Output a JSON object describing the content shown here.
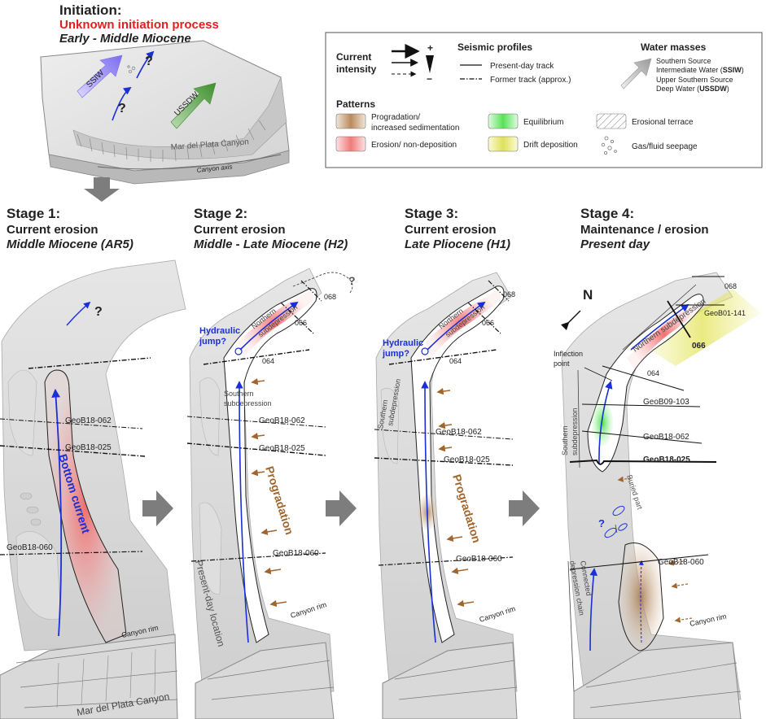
{
  "initiation": {
    "title": "Initiation:",
    "process": "Unknown initiation process",
    "era": "Early - Middle Miocene",
    "canyon_label": "Mar del Plata Canyon",
    "axis_label": "Canyon axis",
    "ssiw": "SSIW",
    "ussdw": "USSDW",
    "q": "?"
  },
  "legend": {
    "current_intensity": [
      "Current",
      "intensity"
    ],
    "plus": "+",
    "minus": "−",
    "seismic_title": "Seismic profiles",
    "present_track": "Present-day track",
    "former_track": "Former track (approx.)",
    "water_title": "Water masses",
    "ssiw_line1": "Southern Source",
    "ssiw_line2": "Intermediate Water (",
    "ssiw_abbr": "SSIW",
    "ussdw_line1": "Upper Southern Source",
    "ussdw_line2": "Deep Water (",
    "ussdw_abbr": "USSDW",
    "close": ")",
    "patterns_title": "Patterns",
    "progradation": [
      "Progradation/",
      "increased sedimentation"
    ],
    "erosion": "Erosion/ non-deposition",
    "equilibrium": "Equilibrium",
    "drift": "Drift deposition",
    "terrace": "Erosional terrace",
    "seepage": "Gas/fluid seepage",
    "colors": {
      "progradation": "#b98a5e",
      "erosion": "#f08080",
      "equilibrium": "#5fe35f",
      "drift": "#e3e35a"
    }
  },
  "stages": [
    {
      "title": "Stage 1:",
      "sub": "Current erosion",
      "era": "Middle Miocene (AR5)"
    },
    {
      "title": "Stage 2:",
      "sub": "Current erosion",
      "era": "Middle - Late Miocene (H2)"
    },
    {
      "title": "Stage 3:",
      "sub": "Current erosion",
      "era": "Late Pliocene (H1)"
    },
    {
      "title": "Stage 4:",
      "sub": "Maintenance / erosion",
      "era": "Present day"
    }
  ],
  "labels": {
    "geob18_062": "GeoB18-062",
    "geob18_025": "GeoB18-025",
    "geob18_060": "GeoB18-060",
    "geob09_103": "GeoB09-103",
    "geob01_141": "GeoB01-141",
    "p064": "064",
    "p066": "066",
    "p068": "068",
    "canyon_rim": "Canyon rim",
    "bottom_current": "Bottom current",
    "progradation": "Progradation",
    "hydraulic": [
      "Hydraulic",
      "jump?"
    ],
    "northern": [
      "Northern",
      "subdepression"
    ],
    "northern_one": "Northern subdepression",
    "southern": [
      "Southern",
      "subdepression"
    ],
    "present_location": "Present-day location",
    "mdp_canyon": "Mar del Plata Canyon",
    "north": "N",
    "inflection": [
      "Inflection",
      "point"
    ],
    "buried": "Buried part",
    "connected": [
      "Connected",
      "depression chain"
    ],
    "q": "?"
  },
  "colors": {
    "current": "#1a2fd6",
    "red_text": "#e21f1f",
    "prog_text": "#a0662e"
  }
}
